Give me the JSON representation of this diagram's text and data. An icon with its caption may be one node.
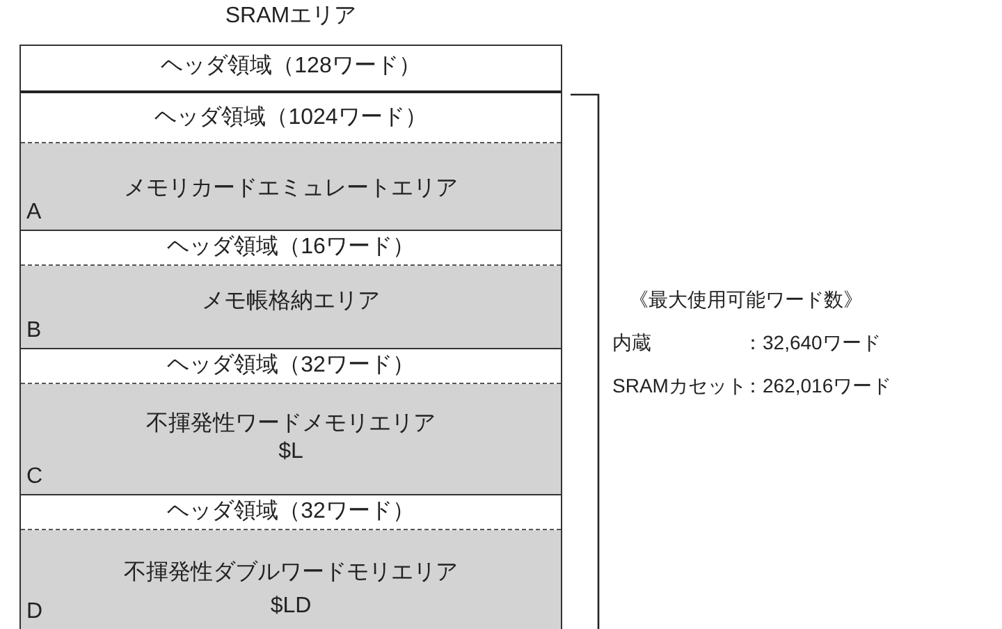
{
  "diagram": {
    "nodes": [
      {
        "text": [
          "SRAMエリア"
        ]
      },
      {
        "text": [
          "ヘッダ領域（128ワード）"
        ],
        "in": 0
      },
      {
        "text": [
          "ヘッダ領域（1024ワード）"
        ],
        "in": 0
      },
      {
        "text": [
          "メモリカードエミュレートエリア",
          "A"
        ],
        "in": 0
      },
      {
        "text": [
          "ヘッダ領域（16ワード）"
        ],
        "in": 0
      },
      {
        "text": [
          "メモ帳格納エリア",
          "B"
        ],
        "in": 0
      },
      {
        "text": [
          "ヘッダ領域（32ワード）"
        ],
        "in": 0
      },
      {
        "text": [
          "不揮発性ワードメモリエリア",
          "$L",
          "C"
        ],
        "in": 0
      },
      {
        "text": [
          "ヘッダ領域（32ワード）"
        ],
        "in": 0
      },
      {
        "text": [
          "不揮発性ダブルワードモリエリア",
          "D",
          "$LD"
        ],
        "in": 0
      }
    ],
    "edges": [],
    "labels": [
      "《最大使用可能ワード数》",
      "内蔵",
      "：32,640ワード",
      "SRAMカセット",
      "：262,016ワード"
    ]
  }
}
